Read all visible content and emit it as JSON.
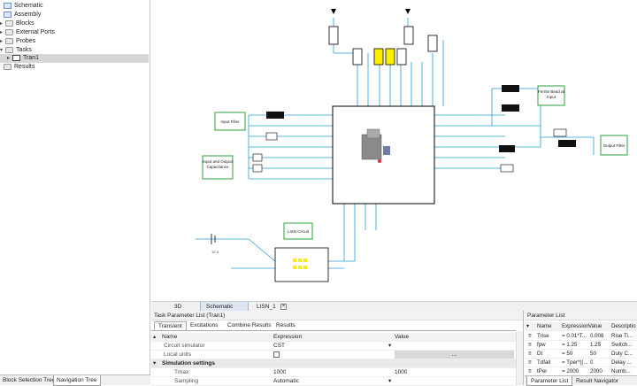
{
  "tree": {
    "items": [
      {
        "label": "Schematic",
        "icon": "schematic-icon"
      },
      {
        "label": "Assembly",
        "icon": "assembly-icon"
      },
      {
        "label": "Blocks",
        "icon": "folder-icon"
      },
      {
        "label": "External Ports",
        "icon": "folder-icon"
      },
      {
        "label": "Probes",
        "icon": "folder-icon"
      },
      {
        "label": "Tasks",
        "icon": "folder-icon"
      },
      {
        "label": "Tran1",
        "icon": "transient-task-icon"
      },
      {
        "label": "Results",
        "icon": "folder-icon"
      }
    ]
  },
  "left_tabs": {
    "block_selection": "Block Selection Tree",
    "navigation": "Navigation Tree"
  },
  "schematic": {
    "boxes": {
      "input_filter": "Input Filter",
      "input_output_capacitance": "Input and Output Capacitance",
      "lisn_circuit": "LISN Circuit",
      "ferrite_bead": "Ferrite Bead at Input",
      "output_filter": "Output Filter"
    },
    "battery_label": "12 V"
  },
  "editor_tabs": {
    "tab_3d": "3D",
    "tab_schematic": "Schematic",
    "tab_lisn": "LISN_1"
  },
  "task_panel": {
    "title": "Task Parameter List (Tran1)",
    "tabs": [
      "Transient",
      "Excitations",
      "Combine Results",
      "Results"
    ],
    "headers": {
      "name": "Name",
      "expression": "Expression",
      "value": "Value"
    },
    "rows": [
      {
        "name": "Circuit simulator",
        "expression": "CST",
        "value": ""
      },
      {
        "name": "Local units",
        "expression": "",
        "value": ""
      }
    ],
    "section": "Simulation settings",
    "settings": [
      {
        "name": "Tmax",
        "expression": "1000",
        "value": "1000"
      },
      {
        "name": "Sampling",
        "expression": "Automatic",
        "value": ""
      }
    ],
    "scroll_dots": "..."
  },
  "param_panel": {
    "title": "Parameter List",
    "headers": {
      "name": "Name",
      "expression": "Expression",
      "value": "Value",
      "description": "Descriptio"
    },
    "rows": [
      {
        "name": "Trise",
        "expression": "= 0.01*T...",
        "value": "0.008",
        "description": "Rise Ti..."
      },
      {
        "name": "fpw",
        "expression": "= 1.25",
        "value": "1.25",
        "description": "Switch..."
      },
      {
        "name": "Dt",
        "expression": "= 50",
        "value": "50",
        "description": "Duty C..."
      },
      {
        "name": "Tdfall",
        "expression": "= Tper*((...",
        "value": "0",
        "description": "Delay ..."
      },
      {
        "name": "tPer",
        "expression": "= 2000",
        "value": "2000",
        "description": "Numb..."
      }
    ],
    "tabs": {
      "param": "Parameter List",
      "nav": "Result Navigator"
    }
  },
  "colors": {
    "wire": "#2a9fd6",
    "box_border": "#2e9e3a",
    "component_yellow": "#ffee00",
    "selection": "#d6d6d6"
  }
}
